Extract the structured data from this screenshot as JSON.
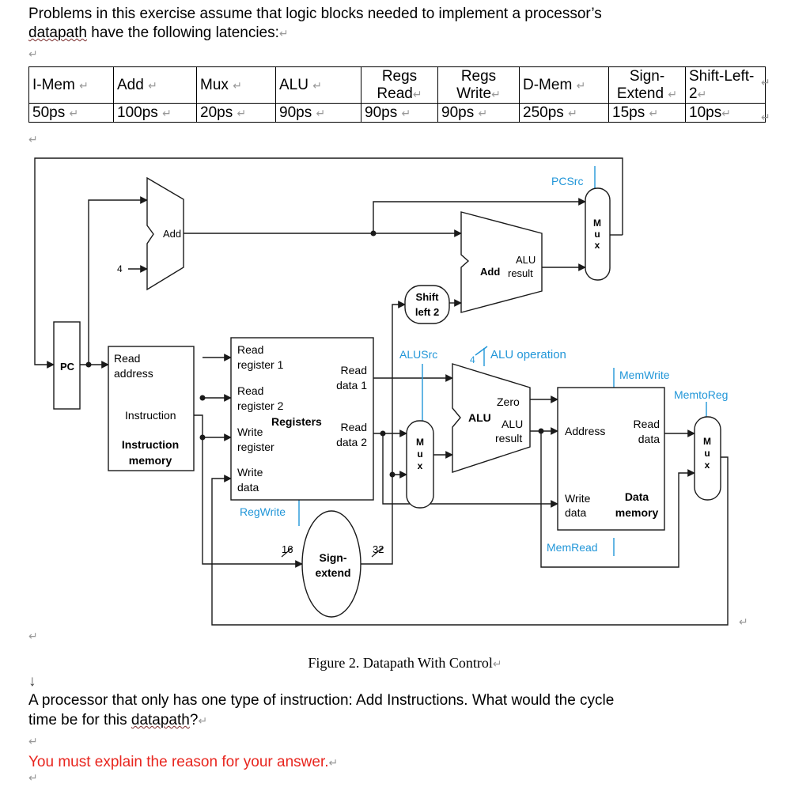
{
  "intro": {
    "line1": "Problems in this exercise assume that logic blocks needed to implement a processor’s",
    "line2_pre": "",
    "line2_u": "datapath",
    "line2_post": " have the following latencies:"
  },
  "return_mark": "↵",
  "table": {
    "headers": [
      "I-Mem",
      "Add",
      "Mux",
      "ALU",
      "Regs Read",
      "Regs Write",
      "D-Mem",
      "Sign-Extend",
      "Shift-Left-2"
    ],
    "values": [
      "50ps",
      "100ps",
      "20ps",
      "90ps",
      "90ps",
      "90ps",
      "250ps",
      "15ps",
      "10ps"
    ]
  },
  "diagram": {
    "pc": "PC",
    "add_top": "Add",
    "four": "4",
    "add_branch": "Add",
    "add_alu_result_1": "ALU",
    "add_alu_result_2": "result",
    "mux": [
      "M",
      "u",
      "x"
    ],
    "pcsrc": "PCSrc",
    "shift_1": "Shift",
    "shift_2": "left 2",
    "imem_read_1": "Read",
    "imem_read_2": "address",
    "imem_instruction": "Instruction",
    "imem_title_1": "Instruction",
    "imem_title_2": "memory",
    "reg_read1_a": "Read",
    "reg_read1_b": "register 1",
    "reg_read2_a": "Read",
    "reg_read2_b": "register 2",
    "reg_write_a": "Write",
    "reg_write_b": "register",
    "reg_wdata_a": "Write",
    "reg_wdata_b": "data",
    "reg_rdata1_a": "Read",
    "reg_rdata1_b": "data 1",
    "reg_rdata2_a": "Read",
    "reg_rdata2_b": "data 2",
    "registers": "Registers",
    "regwrite": "RegWrite",
    "alusrc": "ALUSrc",
    "alu_op_num": "4",
    "alu_operation": "ALU operation",
    "zero": "Zero",
    "alu": "ALU",
    "alu_result_1": "ALU",
    "alu_result_2": "result",
    "memwrite": "MemWrite",
    "memtoreg": "MemtoReg",
    "dm_address": "Address",
    "dm_read_1": "Read",
    "dm_read_2": "data",
    "dm_write_1": "Write",
    "dm_write_2": "data",
    "dm_title_1": "Data",
    "dm_title_2": "memory",
    "memread": "MemRead",
    "sign_1": "Sign-",
    "sign_2": "extend",
    "bits_16": "16",
    "bits_32": "32"
  },
  "caption": "Figure 2. Datapath With Control",
  "down_arrow": "↓",
  "question": {
    "line1": "A processor that only has one type of instruction: Add Instructions. What would the cycle",
    "line2_pre": "time be for this ",
    "line2_u": "datapath",
    "line2_post": "?"
  },
  "instruction": "You must explain the reason for your answer.",
  "colors": {
    "blue": "#2196d8",
    "red": "#e8251e",
    "line": "#1a1a1a"
  }
}
